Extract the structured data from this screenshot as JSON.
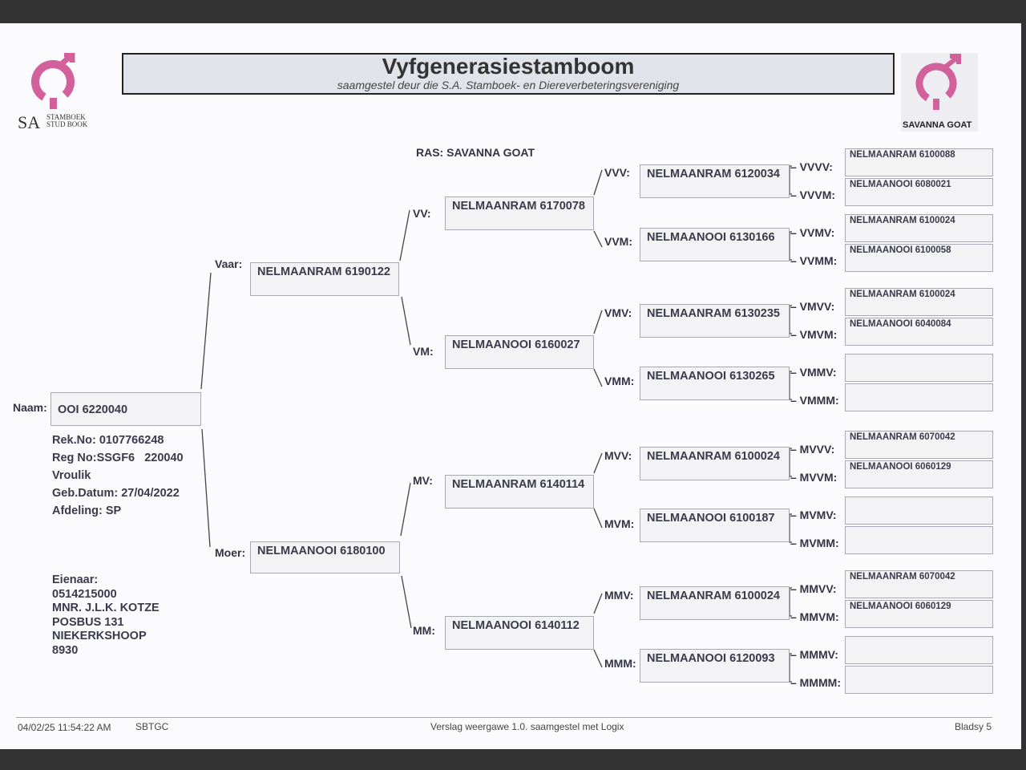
{
  "header": {
    "title": "Vyfgenerasiestamboom",
    "subtitle": "saamgestel deur die S.A. Stamboek- en Diereverbeteringsvereniging",
    "left_logo_text": "SA STAMBOEK STUD BOOK",
    "right_logo_text": "SAVANNA GOAT",
    "ras": "RAS: SAVANNA GOAT"
  },
  "animal": {
    "naam_label": "Naam:",
    "naam": "OOI 6220040",
    "rek": "Rek.No: 0107766248",
    "reg": "Reg No:SSGF6   220040",
    "sex": "Vroulik",
    "dob": "Geb.Datum: 27/04/2022",
    "afdeling": "Afdeling: SP"
  },
  "owner": {
    "label": "Eienaar:",
    "phone": "0514215000",
    "name": "MNR. J.L.K. KOTZE",
    "address": "POSBUS 131",
    "town": "NIEKERKSHOOP",
    "code": "8930"
  },
  "gen1": [
    {
      "label": "Vaar:",
      "name": "NELMAANRAM 6190122"
    },
    {
      "label": "Moer:",
      "name": "NELMAANOOI 6180100"
    }
  ],
  "gen2": [
    {
      "label": "VV:",
      "name": "NELMAANRAM 6170078"
    },
    {
      "label": "VM:",
      "name": "NELMAANOOI 6160027"
    },
    {
      "label": "MV:",
      "name": "NELMAANRAM 6140114"
    },
    {
      "label": "MM:",
      "name": "NELMAANOOI 6140112"
    }
  ],
  "gen3": [
    {
      "label": "VVV:",
      "name": "NELMAANRAM 6120034"
    },
    {
      "label": "VVM:",
      "name": "NELMAANOOI 6130166"
    },
    {
      "label": "VMV:",
      "name": "NELMAANRAM 6130235"
    },
    {
      "label": "VMM:",
      "name": "NELMAANOOI 6130265"
    },
    {
      "label": "MVV:",
      "name": "NELMAANRAM 6100024"
    },
    {
      "label": "MVM:",
      "name": "NELMAANOOI 6100187"
    },
    {
      "label": "MMV:",
      "name": "NELMAANRAM 6100024"
    },
    {
      "label": "MMM:",
      "name": "NELMAANOOI 6120093"
    }
  ],
  "gen4": [
    {
      "label": "– VVVV:",
      "name": "NELMAANRAM 6100088"
    },
    {
      "label": "– VVVM:",
      "name": "NELMAANOOI 6080021"
    },
    {
      "label": "– VVMV:",
      "name": "NELMAANRAM 6100024"
    },
    {
      "label": "– VVMM:",
      "name": "NELMAANOOI 6100058"
    },
    {
      "label": "– VMVV:",
      "name": "NELMAANRAM 6100024"
    },
    {
      "label": "– VMVM:",
      "name": "NELMAANOOI 6040084"
    },
    {
      "label": "– VMMV:",
      "name": ""
    },
    {
      "label": "– VMMM:",
      "name": ""
    },
    {
      "label": "– MVVV:",
      "name": "NELMAANRAM 6070042"
    },
    {
      "label": "– MVVM:",
      "name": "NELMAANOOI 6060129"
    },
    {
      "label": "– MVMV:",
      "name": ""
    },
    {
      "label": "– MVMM:",
      "name": ""
    },
    {
      "label": "– MMVV:",
      "name": "NELMAANRAM 6070042"
    },
    {
      "label": "– MMVM:",
      "name": "NELMAANOOI 6060129"
    },
    {
      "label": "– MMMV:",
      "name": ""
    },
    {
      "label": "– MMMM:",
      "name": ""
    }
  ],
  "footer": {
    "datetime": "04/02/25 11:54:22 AM",
    "code": "SBTGC",
    "version": "Verslag weergawe 1.0. saamgestel met Logix",
    "page": "Bladsy 5"
  },
  "colors": {
    "logo": "#d2609a",
    "box": "#f3f3f6"
  }
}
